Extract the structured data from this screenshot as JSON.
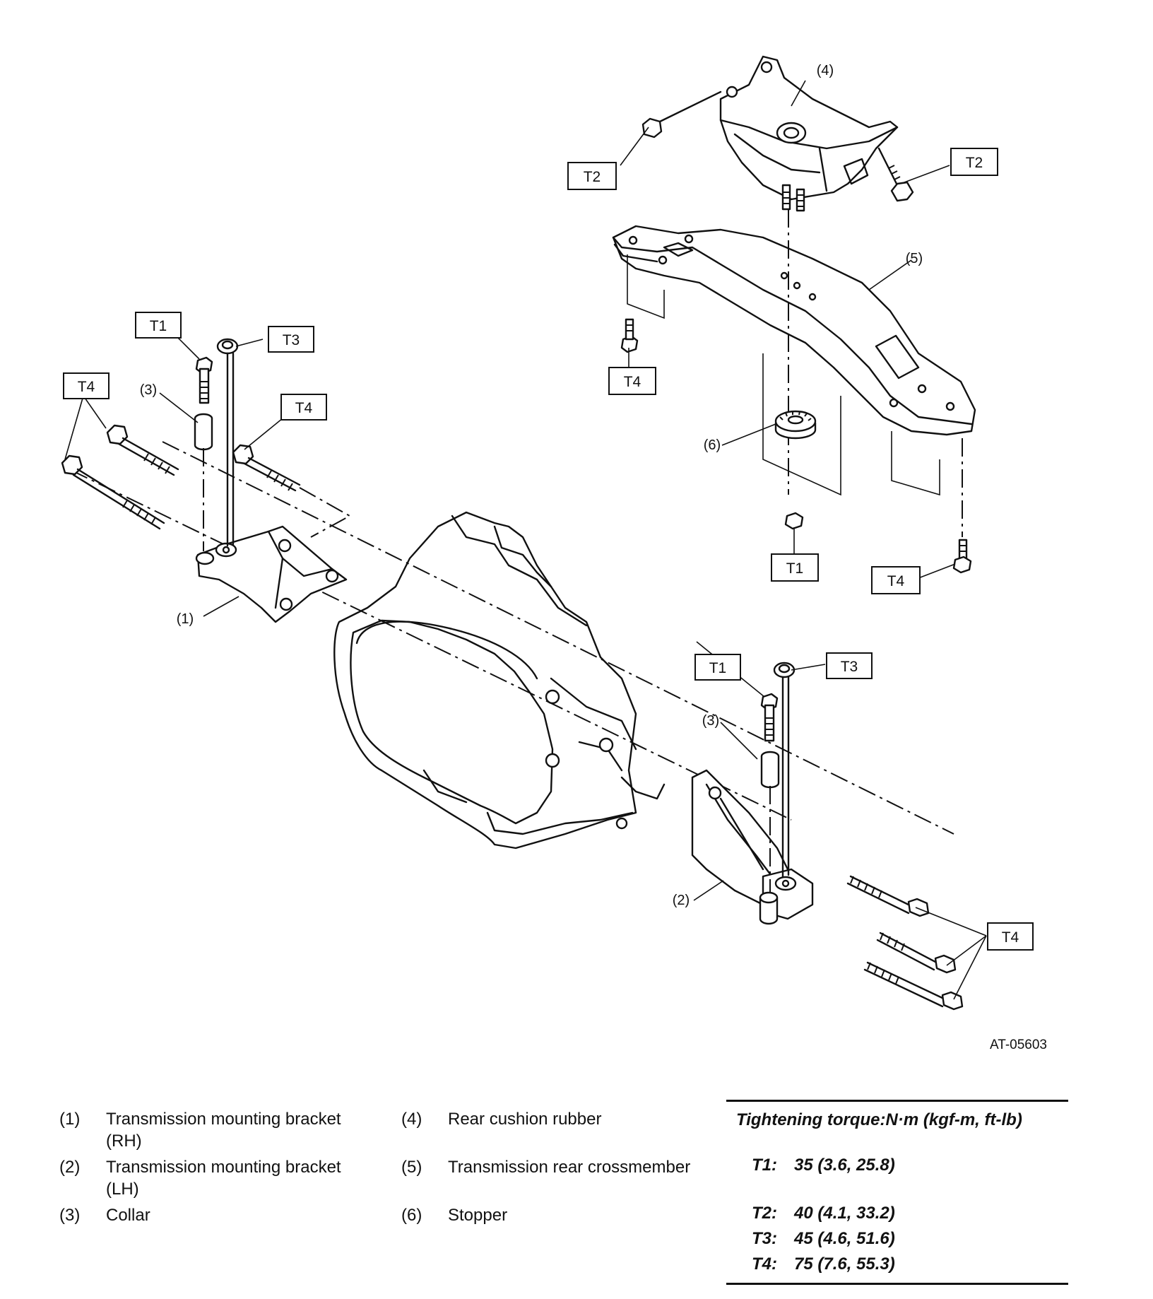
{
  "figure_id": "AT-05603",
  "callouts": {
    "item1": "(1)",
    "item2": "(2)",
    "item3a": "(3)",
    "item3b": "(3)",
    "item4": "(4)",
    "item5": "(5)",
    "item6": "(6)"
  },
  "torque_boxes": {
    "t1_rh": "T1",
    "t3_rh": "T3",
    "t4_rh_a": "T4",
    "t4_rh_b": "T4",
    "t2_left": "T2",
    "t2_right": "T2",
    "t4_cross_left": "T4",
    "t1_stopper": "T1",
    "t4_cross_right": "T4",
    "t1_lh": "T1",
    "t3_lh": "T3",
    "t4_lh": "T4"
  },
  "legend": [
    {
      "num": "(1)",
      "text": "Transmission mounting bracket (RH)"
    },
    {
      "num": "(2)",
      "text": "Transmission mounting bracket (LH)"
    },
    {
      "num": "(3)",
      "text": "Collar"
    },
    {
      "num": "(4)",
      "text": "Rear cushion rubber"
    },
    {
      "num": "(5)",
      "text": "Transmission rear crossmember"
    },
    {
      "num": "(6)",
      "text": "Stopper"
    }
  ],
  "torque_table": {
    "header": "Tightening torque:N·m (kgf-m, ft-lb)",
    "rows": [
      {
        "key": "T1:",
        "value": "35 (3.6, 25.8)"
      },
      {
        "key": "T2:",
        "value": "40 (4.1, 33.2)"
      },
      {
        "key": "T3:",
        "value": "45 (4.6, 51.6)"
      },
      {
        "key": "T4:",
        "value": "75 (7.6, 55.3)"
      }
    ]
  }
}
